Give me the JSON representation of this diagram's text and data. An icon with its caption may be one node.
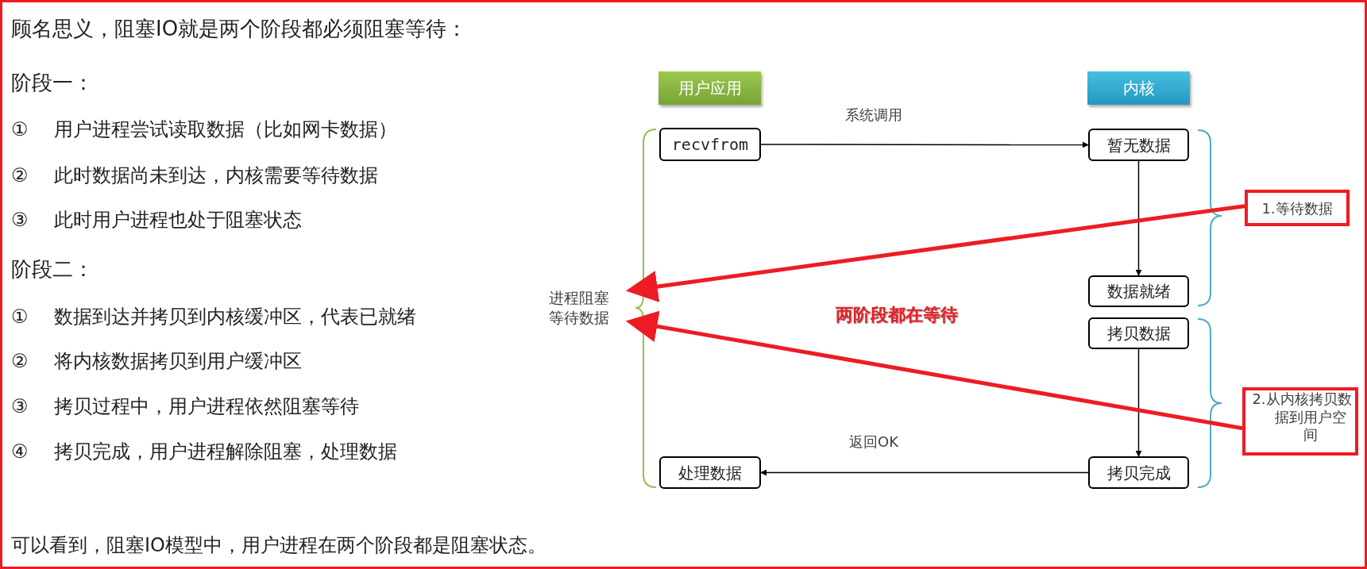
{
  "diagram": {
    "nodes": [
      {
        "text": [
          "用户应用"
        ]
      },
      {
        "text": [
          "内核"
        ]
      },
      {
        "text": [
          "recvfrom"
        ]
      },
      {
        "text": [
          "暂无数据"
        ]
      },
      {
        "text": [
          "数据就绪"
        ]
      },
      {
        "text": [
          "拷贝数据"
        ]
      },
      {
        "text": [
          "拷贝完成"
        ]
      },
      {
        "text": [
          "处理数据"
        ]
      },
      {
        "text": [
          "进程阻塞等待数据"
        ]
      },
      {
        "text": [
          "1.等待数据"
        ]
      },
      {
        "text": [
          "2.从内核拷贝数据到用户空间"
        ]
      }
    ],
    "edges": [
      {
        "from": 2,
        "to": 3,
        "arrow": "to",
        "label": "系统调用"
      },
      {
        "from": 3,
        "to": 4,
        "arrow": "to"
      },
      {
        "from": 5,
        "to": 6,
        "arrow": "to"
      },
      {
        "from": 6,
        "to": 7,
        "arrow": "to",
        "label": "返回OK"
      },
      {
        "from": 9,
        "to": 8,
        "arrow": "to",
        "style": "thick",
        "color": "#ed1c24"
      },
      {
        "from": 10,
        "to": 8,
        "arrow": "to",
        "style": "thick",
        "color": "#ed1c24"
      }
    ],
    "labels": [
      "顾名思义，阻塞IO就是两个阶段都必须阻塞等待：",
      "阶段一：",
      "①",
      "用户进程尝试读取数据（比如网卡数据）",
      "②",
      "此时数据尚未到达，内核需要等待数据",
      "③",
      "此时用户进程也处于阻塞状态",
      "阶段二：",
      "①",
      "数据到达并拷贝到内核缓冲区，代表已就绪",
      "②",
      "将内核数据拷贝到用户缓冲区",
      "③",
      "拷贝过程中，用户进程依然阻塞等待",
      "④",
      "拷贝完成，用户进程解除阻塞，处理数据",
      "两阶段都在等待",
      "可以看到，阻塞IO模型中，用户进程在两个阶段都是阻塞状态。"
    ]
  }
}
